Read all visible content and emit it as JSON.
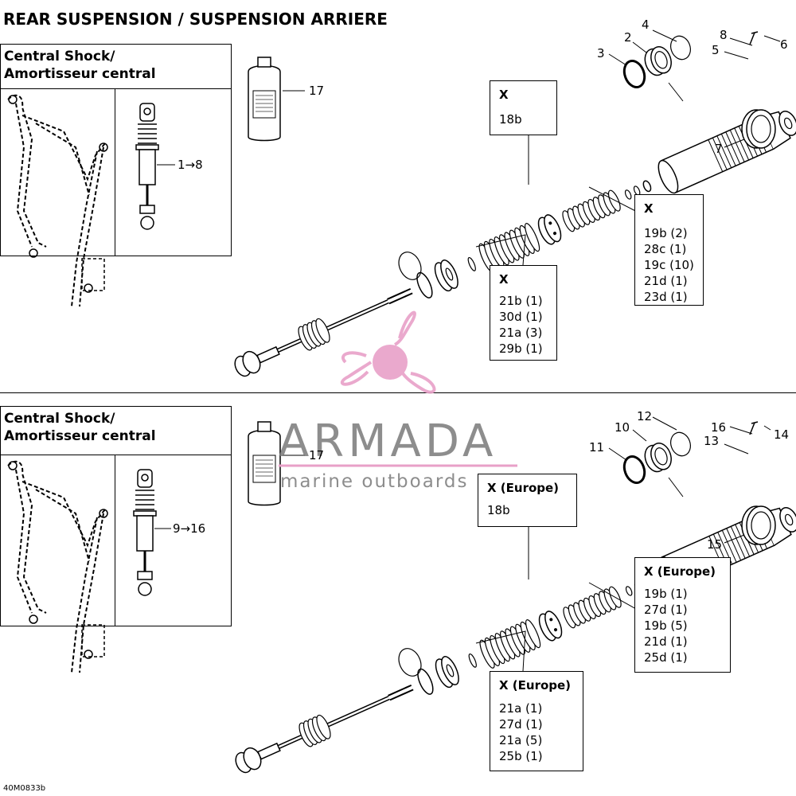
{
  "title": "REAR SUSPENSION / SUSPENSION ARRIERE",
  "figure_code": "40M0833b",
  "watermark": {
    "brand": "ARMADA",
    "tagline": "marine outboards",
    "color": "#e8a0c8"
  },
  "sections": [
    {
      "ref_title_line1": "Central Shock/",
      "ref_title_line2": "Amortisseur central",
      "range_label": "1→8",
      "callouts": [
        {
          "head": "X",
          "items": [
            "18b"
          ]
        },
        {
          "head": "X",
          "items": [
            "19b (2)",
            "28c (1)",
            "19c (10)",
            "21d (1)",
            "23d (1)"
          ]
        },
        {
          "head": "X",
          "items": [
            "21b (1)",
            "30d (1)",
            "21a (3)",
            "29b (1)"
          ]
        }
      ],
      "part_numbers": [
        "2",
        "3",
        "4",
        "5",
        "6",
        "7",
        "8",
        "17"
      ]
    },
    {
      "ref_title_line1": "Central Shock/",
      "ref_title_line2": "Amortisseur central",
      "range_label": "9→16",
      "callouts": [
        {
          "head": "X (Europe)",
          "items": [
            "18b"
          ]
        },
        {
          "head": "X (Europe)",
          "items": [
            "19b (1)",
            "27d (1)",
            "19b (5)",
            "21d (1)",
            "25d (1)"
          ]
        },
        {
          "head": "X (Europe)",
          "items": [
            "21a (1)",
            "27d (1)",
            "21a (5)",
            "25b (1)"
          ]
        }
      ],
      "part_numbers": [
        "10",
        "11",
        "12",
        "13",
        "14",
        "15",
        "16",
        "17"
      ]
    }
  ]
}
